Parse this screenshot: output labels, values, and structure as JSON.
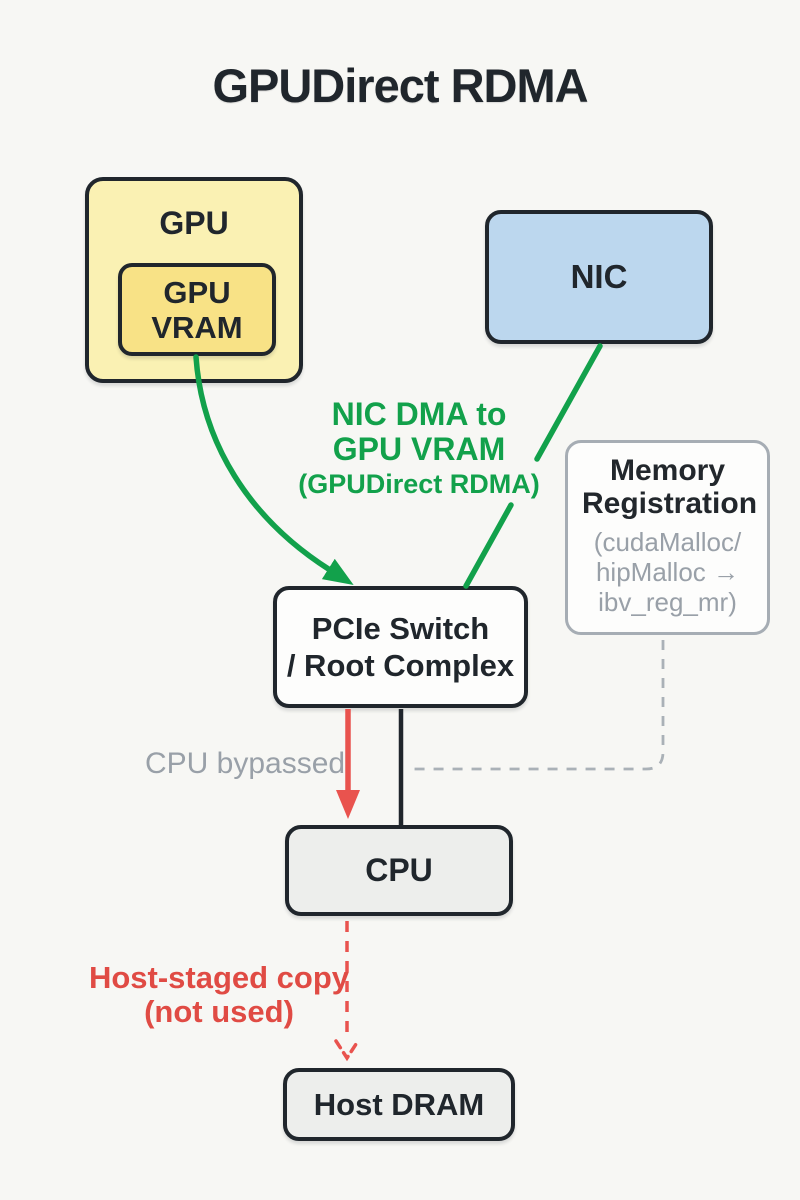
{
  "title": "GPUDirect RDMA",
  "nodes": {
    "gpu": {
      "label": "GPU"
    },
    "gpu_vram": {
      "label": "GPU VRAM"
    },
    "nic": {
      "label": "NIC"
    },
    "pcie_switch": {
      "line1": "PCIe Switch",
      "line2": "/ Root Complex"
    },
    "memory_registration": {
      "title": "Memory Registration",
      "detail_line1": "(cudaMalloc/",
      "detail_line2": "hipMalloc →",
      "detail_line3": "ibv_reg_mr)"
    },
    "cpu": {
      "label": "CPU"
    },
    "host_dram": {
      "label": "Host DRAM"
    }
  },
  "edge_labels": {
    "nic_dma": {
      "line1": "NIC DMA to",
      "line2": "GPU VRAM",
      "line3": "(GPUDirect RDMA)"
    },
    "cpu_bypassed": "CPU bypassed",
    "host_staged": {
      "line1": "Host-staged copy",
      "line2": "(not used)"
    }
  },
  "colors": {
    "background": "#f7f7f4",
    "ink": "#20262c",
    "gpu_fill": "#faf1b3",
    "vram_fill": "#f8e286",
    "nic_fill": "#bcd7ee",
    "node_gray_fill": "#edeeec",
    "white_fill": "#fdfdfc",
    "green": "#12a14b",
    "red": "#e9534e",
    "red_text": "#e04b44",
    "gray_text": "#99a0a8",
    "gray_border": "#a6adb4",
    "gray_dash": "#aab1b7"
  }
}
